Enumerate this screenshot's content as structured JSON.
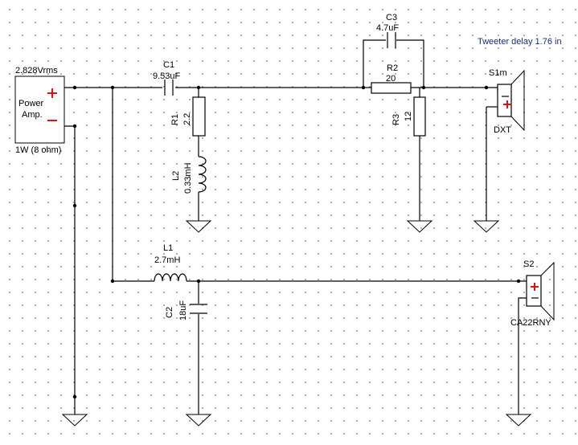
{
  "source": {
    "voltage": "2.828Vrms",
    "label_line1": "Power",
    "label_line2": "Amp.",
    "power": "1W (8 ohm)"
  },
  "components": {
    "c1": {
      "name": "C1",
      "value": "9.53uF"
    },
    "r1": {
      "name": "R1",
      "value": "2.2"
    },
    "l2": {
      "name": "L2",
      "value": "0.33mH"
    },
    "c3": {
      "name": "C3",
      "value": "4.7uF"
    },
    "r2": {
      "name": "R2",
      "value": "20"
    },
    "r3": {
      "name": "R3",
      "value": "12"
    },
    "l1": {
      "name": "L1",
      "value": "2.7mH"
    },
    "c2": {
      "name": "C2",
      "value": "18uF"
    }
  },
  "speakers": {
    "tweeter": {
      "name": "S1m",
      "model": "DXT"
    },
    "woofer": {
      "name": "S2",
      "model": "CA22RNY"
    }
  },
  "note": "Tweeter delay 1.76 in",
  "colors": {
    "polarity": "#e01010",
    "note": "#1a2b80",
    "grid_dot": "#9a9a9a"
  }
}
